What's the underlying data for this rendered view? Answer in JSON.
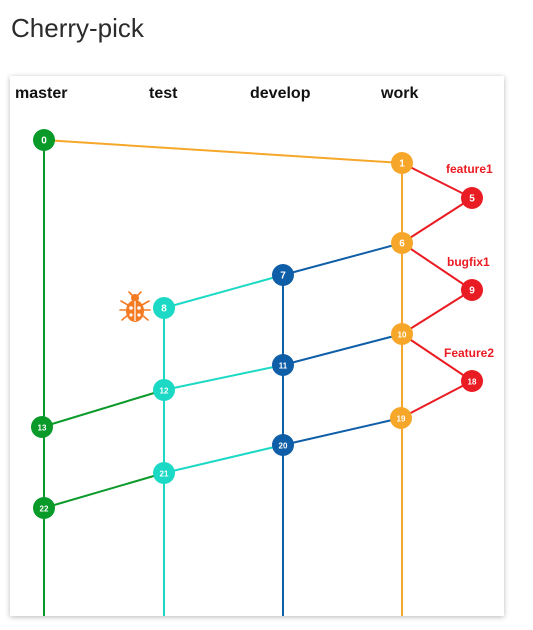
{
  "title": "Cherry-pick",
  "colors": {
    "master": "#0a9a2a",
    "test": "#1bd9c4",
    "develop": "#0f5ea8",
    "work": "#f6a729",
    "feature": "#ea1c23",
    "bug_icon": "#f57b23"
  },
  "branches": [
    {
      "key": "master",
      "label": "master"
    },
    {
      "key": "test",
      "label": "test"
    },
    {
      "key": "develop",
      "label": "develop"
    },
    {
      "key": "work",
      "label": "work"
    }
  ],
  "commits": [
    {
      "id": "c0",
      "label": "0",
      "branch": "master"
    },
    {
      "id": "c1",
      "label": "1",
      "branch": "work"
    },
    {
      "id": "c5",
      "label": "5",
      "branch": "feature"
    },
    {
      "id": "c6",
      "label": "6",
      "branch": "work"
    },
    {
      "id": "c7",
      "label": "7",
      "branch": "develop"
    },
    {
      "id": "c8",
      "label": "8",
      "branch": "test"
    },
    {
      "id": "c9",
      "label": "9",
      "branch": "feature"
    },
    {
      "id": "c10",
      "label": "10",
      "branch": "work"
    },
    {
      "id": "c11",
      "label": "11",
      "branch": "develop"
    },
    {
      "id": "c12",
      "label": "12",
      "branch": "test"
    },
    {
      "id": "c13",
      "label": "13",
      "branch": "master"
    },
    {
      "id": "c18",
      "label": "18",
      "branch": "feature"
    },
    {
      "id": "c19",
      "label": "19",
      "branch": "work"
    },
    {
      "id": "c20",
      "label": "20",
      "branch": "develop"
    },
    {
      "id": "c21",
      "label": "21",
      "branch": "test"
    },
    {
      "id": "c22",
      "label": "22",
      "branch": "master"
    }
  ],
  "feature_labels": [
    {
      "key": "feature1",
      "label": "feature1"
    },
    {
      "key": "bugfix1",
      "label": "bugfix1"
    },
    {
      "key": "feature2",
      "label": "Feature2"
    }
  ],
  "icons": {
    "bug": "ladybug-icon"
  }
}
